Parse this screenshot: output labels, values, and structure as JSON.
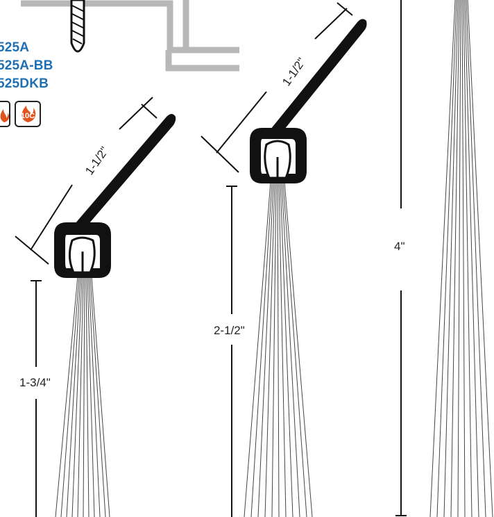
{
  "part_numbers": [
    "525A",
    "525A-BB",
    "525DKB"
  ],
  "certification_icons": [
    "fire-rating-icon",
    "10c-fire-rating-icon"
  ],
  "certification_icon_text": "10C",
  "dimensions": {
    "small_flange": "1-1/2\"",
    "small_brush": "1-3/4\"",
    "medium_flange": "1-1/2\"",
    "medium_brush": "2-1/2\"",
    "large_brush": "4\""
  },
  "colors": {
    "part_text": "#1f6fb5",
    "holder": "#111111",
    "bristle": "#444444",
    "frame": "#b8b8b8"
  }
}
